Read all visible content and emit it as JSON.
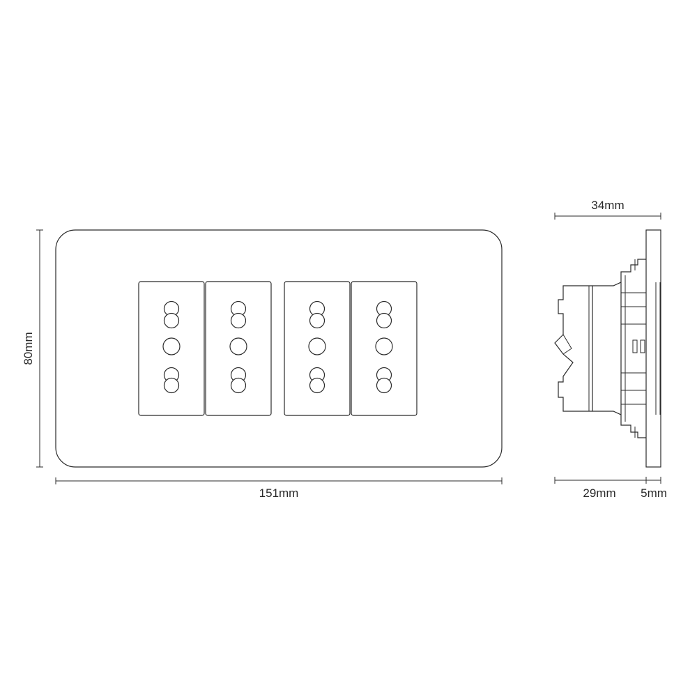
{
  "dimensions": {
    "height": "80mm",
    "width": "151mm",
    "depth_total": "34mm",
    "depth_body": "29mm",
    "plate_thickness": "5mm"
  },
  "front_view": {
    "module_count": 4,
    "holes_per_module": [
      "italian-pin-pair",
      "round-pin",
      "italian-pin-pair"
    ]
  },
  "colors": {
    "line": "#2a2a2a",
    "background": "#ffffff"
  }
}
